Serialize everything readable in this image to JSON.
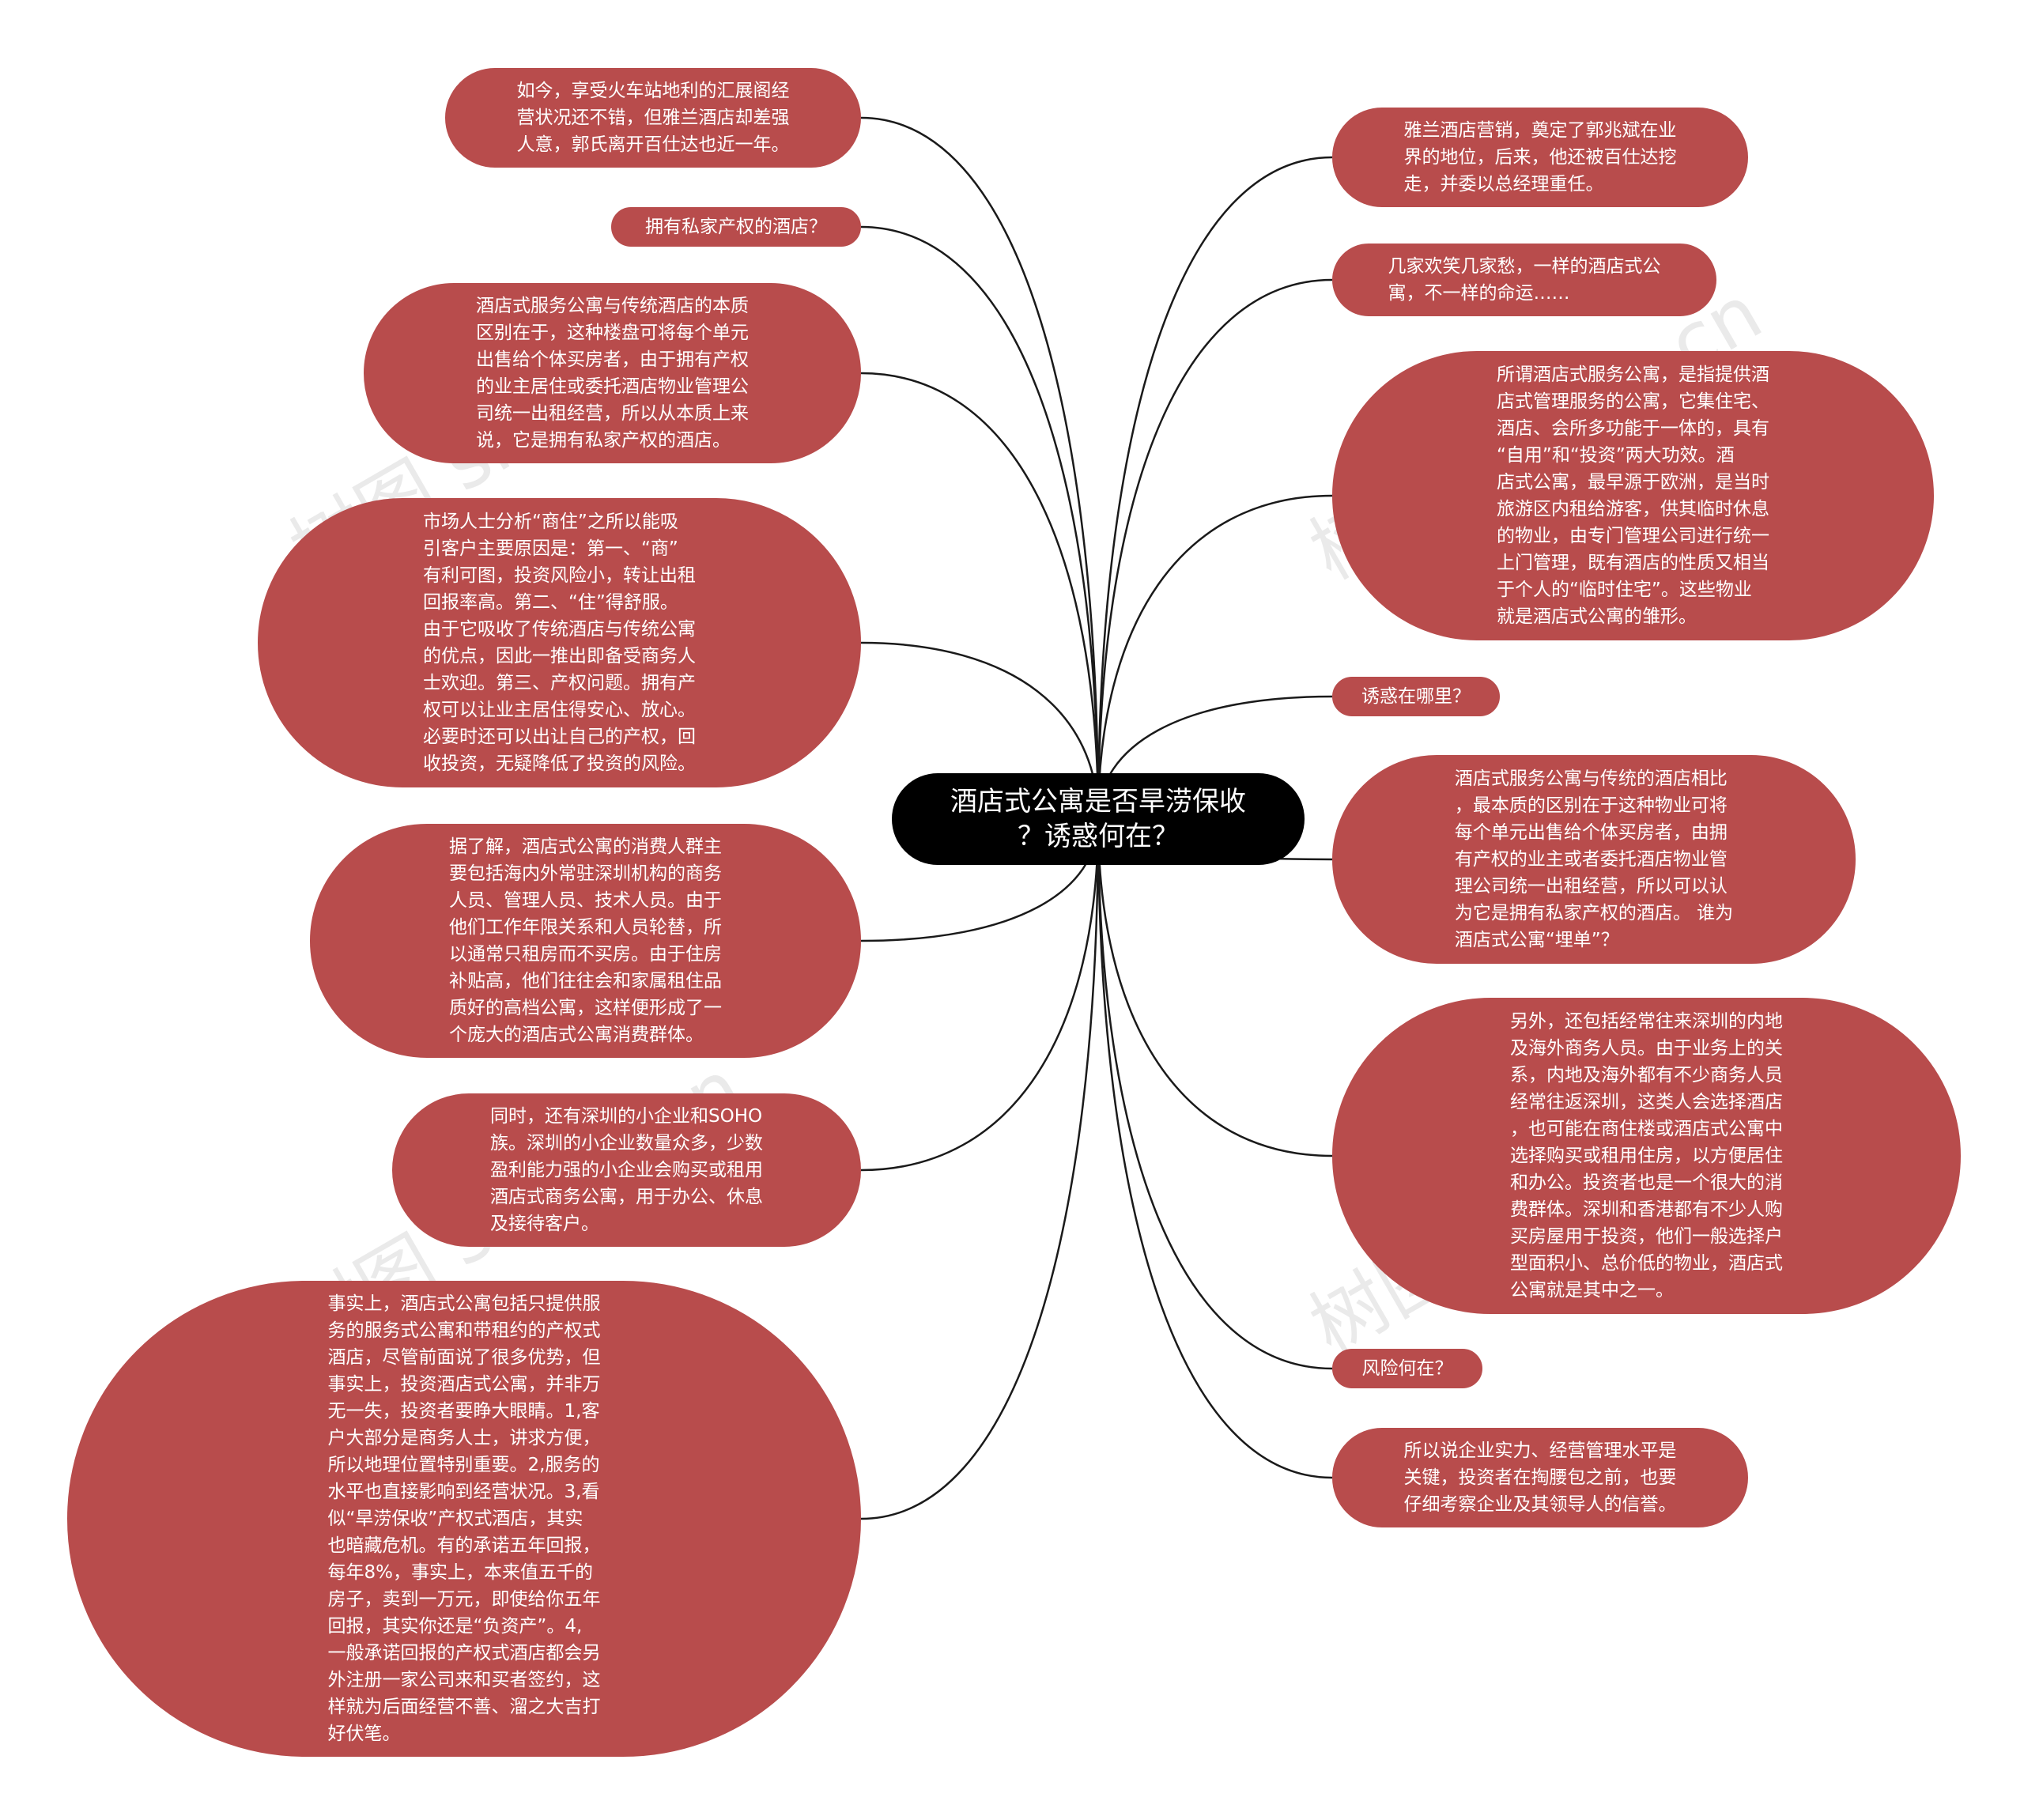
{
  "center": {
    "text": "酒店式公寓是否旱涝保收\n？诱惑何在？"
  },
  "left_nodes": [
    {
      "id": "L1",
      "text": "如今，享受火车站地利的汇展阁经\n营状况还不错，但雅兰酒店却差强\n人意，郭氏离开百仕达也近一年。"
    },
    {
      "id": "L2",
      "text": "拥有私家产权的酒店？"
    },
    {
      "id": "L3",
      "text": "酒店式服务公寓与传统酒店的本质\n区别在于，这种楼盘可将每个单元\n出售给个体买房者，由于拥有产权\n的业主居住或委托酒店物业管理公\n司统一出租经营，所以从本质上来\n说，它是拥有私家产权的酒店。"
    },
    {
      "id": "L4",
      "text": "市场人士分析“商住”之所以能吸\n引客户主要原因是：第一、“商”\n有利可图，投资风险小，转让出租\n回报率高。第二、“住”得舒服。\n由于它吸收了传统酒店与传统公寓\n的优点，因此一推出即备受商务人\n士欢迎。第三、产权问题。拥有产\n权可以让业主居住得安心、放心。\n必要时还可以出让自己的产权，回\n收投资，无疑降低了投资的风险。"
    },
    {
      "id": "L5",
      "text": "据了解，酒店式公寓的消费人群主\n要包括海内外常驻深圳机构的商务\n人员、管理人员、技术人员。由于\n他们工作年限关系和人员轮替，所\n以通常只租房而不买房。由于住房\n补贴高，他们往往会和家属租住品\n质好的高档公寓，这样便形成了一\n个庞大的酒店式公寓消费群体。"
    },
    {
      "id": "L6",
      "text": "同时，还有深圳的小企业和SOHO\n族。深圳的小企业数量众多，少数\n盈利能力强的小企业会购买或租用\n酒店式商务公寓，用于办公、休息\n及接待客户。"
    },
    {
      "id": "L7",
      "text": "事实上，酒店式公寓包括只提供服\n务的服务式公寓和带租约的产权式\n酒店，尽管前面说了很多优势，但\n事实上，投资酒店式公寓，并非万\n无一失，投资者要睁大眼睛。1,客\n户大部分是商务人士，讲求方便，\n所以地理位置特别重要。2,服务的\n水平也直接影响到经营状况。3,看\n似“旱涝保收”产权式酒店，其实\n也暗藏危机。有的承诺五年回报，\n每年8%，事实上，本来值五千的\n房子，卖到一万元，即使给你五年\n回报，其实你还是“负资产”。4,\n一般承诺回报的产权式酒店都会另\n外注册一家公司来和买者签约，这\n样就为后面经营不善、溜之大吉打\n好伏笔。"
    }
  ],
  "right_nodes": [
    {
      "id": "R1",
      "text": "雅兰酒店营销，奠定了郭兆斌在业\n界的地位，后来，他还被百仕达挖\n走，并委以总经理重任。"
    },
    {
      "id": "R2",
      "text": "几家欢笑几家愁，一样的酒店式公\n寓，不一样的命运……"
    },
    {
      "id": "R3",
      "text": "所谓酒店式服务公寓，是指提供酒\n店式管理服务的公寓，它集住宅、\n酒店、会所多功能于一体的，具有\n“自用”和“投资”两大功效。酒\n店式公寓，最早源于欧洲，是当时\n旅游区内租给游客，供其临时休息\n的物业，由专门管理公司进行统一\n上门管理，既有酒店的性质又相当\n于个人的“临时住宅”。这些物业\n就是酒店式公寓的雏形。"
    },
    {
      "id": "R4",
      "text": "诱惑在哪里？"
    },
    {
      "id": "R5",
      "text": "酒店式服务公寓与传统的酒店相比\n，最本质的区别在于这种物业可将\n每个单元出售给个体买房者，由拥\n有产权的业主或者委托酒店物业管\n理公司统一出租经营，所以可以认\n为它是拥有私家产权的酒店。 谁为\n酒店式公寓“埋单”？"
    },
    {
      "id": "R6",
      "text": "另外，还包括经常往来深圳的内地\n及海外商务人员。由于业务上的关\n系，内地及海外都有不少商务人员\n经常往返深圳，这类人会选择酒店\n，也可能在商住楼或酒店式公寓中\n选择购买或租用住房，以方便居住\n和办公。投资者也是一个很大的消\n费群体。深圳和香港都有不少人购\n买房屋用于投资，他们一般选择户\n型面积小、总价低的物业，酒店式\n公寓就是其中之一。"
    },
    {
      "id": "R7",
      "text": "风险何在？"
    },
    {
      "id": "R8",
      "text": "所以说企业实力、经营管理水平是\n关键，投资者在掏腰包之前，也要\n仔细考察企业及其领导人的信誉。"
    }
  ],
  "watermark": "树图 shutu.cn",
  "colors": {
    "node_fill": "#b84c4c",
    "center_fill": "#000000",
    "link": "#1a1a1a"
  }
}
